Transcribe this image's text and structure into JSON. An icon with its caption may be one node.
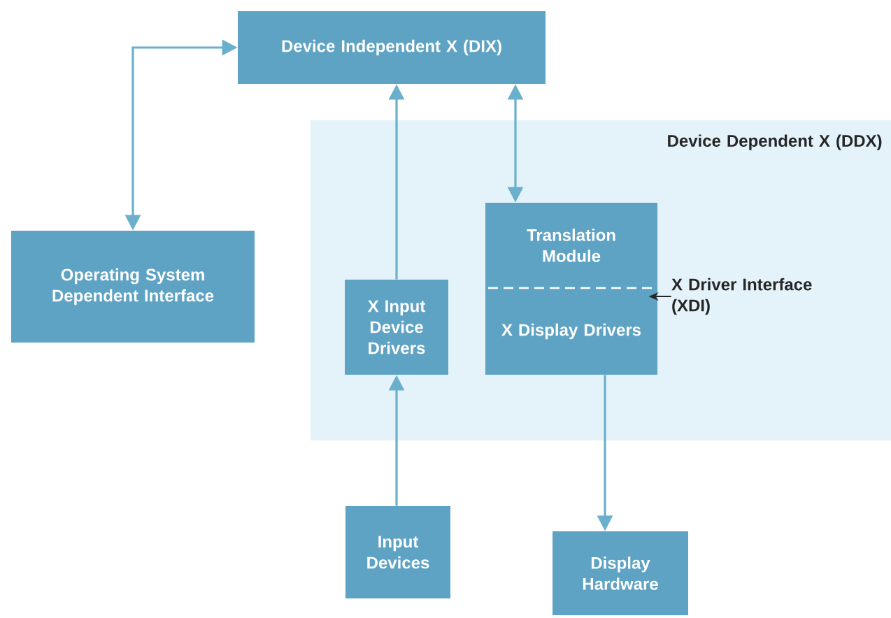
{
  "diagram": {
    "nodes": [
      {
        "text": [
          "Device Independent X (DIX)"
        ]
      },
      {
        "text": [
          "Device Dependent X (DDX)"
        ]
      },
      {
        "text": [
          "Operating System Dependent Interface"
        ]
      },
      {
        "text": [
          "X Input Device Drivers"
        ],
        "in": 1
      },
      {
        "text": [
          "Translation Module"
        ],
        "in": 1
      },
      {
        "text": [
          "X Display Drivers"
        ],
        "in": 1
      },
      {
        "text": [
          "X Driver Interface (XDI)"
        ],
        "in": 1
      },
      {
        "text": [
          "Input Devices"
        ]
      },
      {
        "text": [
          "Display Hardware"
        ]
      }
    ],
    "edges": [
      {
        "from": 0,
        "to": 2,
        "arrow": "both"
      },
      {
        "from": 3,
        "to": 0,
        "arrow": "to"
      },
      {
        "from": 0,
        "to": 4,
        "arrow": "both"
      },
      {
        "from": 7,
        "to": 3,
        "arrow": "to"
      },
      {
        "from": 5,
        "to": 8,
        "arrow": "to"
      },
      {
        "from": 6,
        "to": null,
        "arrow": "to",
        "color": "#262626"
      }
    ]
  }
}
